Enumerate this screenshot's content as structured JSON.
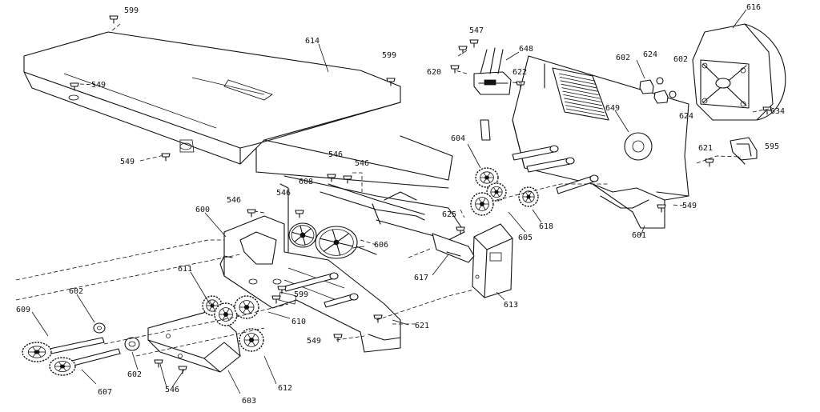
{
  "parts": [
    {
      "id": "p599a",
      "text": "599"
    },
    {
      "id": "p549a",
      "text": "549"
    },
    {
      "id": "p614",
      "text": "614"
    },
    {
      "id": "p599b",
      "text": "599"
    },
    {
      "id": "p549b",
      "text": "549"
    },
    {
      "id": "p546a",
      "text": "546"
    },
    {
      "id": "p546b",
      "text": "546"
    },
    {
      "id": "p546c",
      "text": "546"
    },
    {
      "id": "p546d",
      "text": "546"
    },
    {
      "id": "p608",
      "text": "608"
    },
    {
      "id": "p600",
      "text": "600"
    },
    {
      "id": "p606",
      "text": "606"
    },
    {
      "id": "p611",
      "text": "611"
    },
    {
      "id": "p599c",
      "text": "599"
    },
    {
      "id": "p610",
      "text": "610"
    },
    {
      "id": "p609",
      "text": "609"
    },
    {
      "id": "p602a",
      "text": "602"
    },
    {
      "id": "p607",
      "text": "607"
    },
    {
      "id": "p602b",
      "text": "602"
    },
    {
      "id": "p546e",
      "text": "546"
    },
    {
      "id": "p603",
      "text": "603"
    },
    {
      "id": "p612",
      "text": "612"
    },
    {
      "id": "p549c",
      "text": "549"
    },
    {
      "id": "p621a",
      "text": "621"
    },
    {
      "id": "p617",
      "text": "617"
    },
    {
      "id": "p625",
      "text": "625"
    },
    {
      "id": "p613",
      "text": "613"
    },
    {
      "id": "p605",
      "text": "605"
    },
    {
      "id": "p604",
      "text": "604"
    },
    {
      "id": "p618",
      "text": "618"
    },
    {
      "id": "p547",
      "text": "547"
    },
    {
      "id": "p620",
      "text": "620"
    },
    {
      "id": "p648",
      "text": "648"
    },
    {
      "id": "p622",
      "text": "622"
    },
    {
      "id": "p602c",
      "text": "602"
    },
    {
      "id": "p624a",
      "text": "624"
    },
    {
      "id": "p602d",
      "text": "602"
    },
    {
      "id": "p624b",
      "text": "624"
    },
    {
      "id": "p616",
      "text": "616"
    },
    {
      "id": "p634",
      "text": "634"
    },
    {
      "id": "p649",
      "text": "649"
    },
    {
      "id": "p621b",
      "text": "621"
    },
    {
      "id": "p595",
      "text": "595"
    },
    {
      "id": "p549d",
      "text": "549"
    },
    {
      "id": "p601",
      "text": "601"
    }
  ]
}
